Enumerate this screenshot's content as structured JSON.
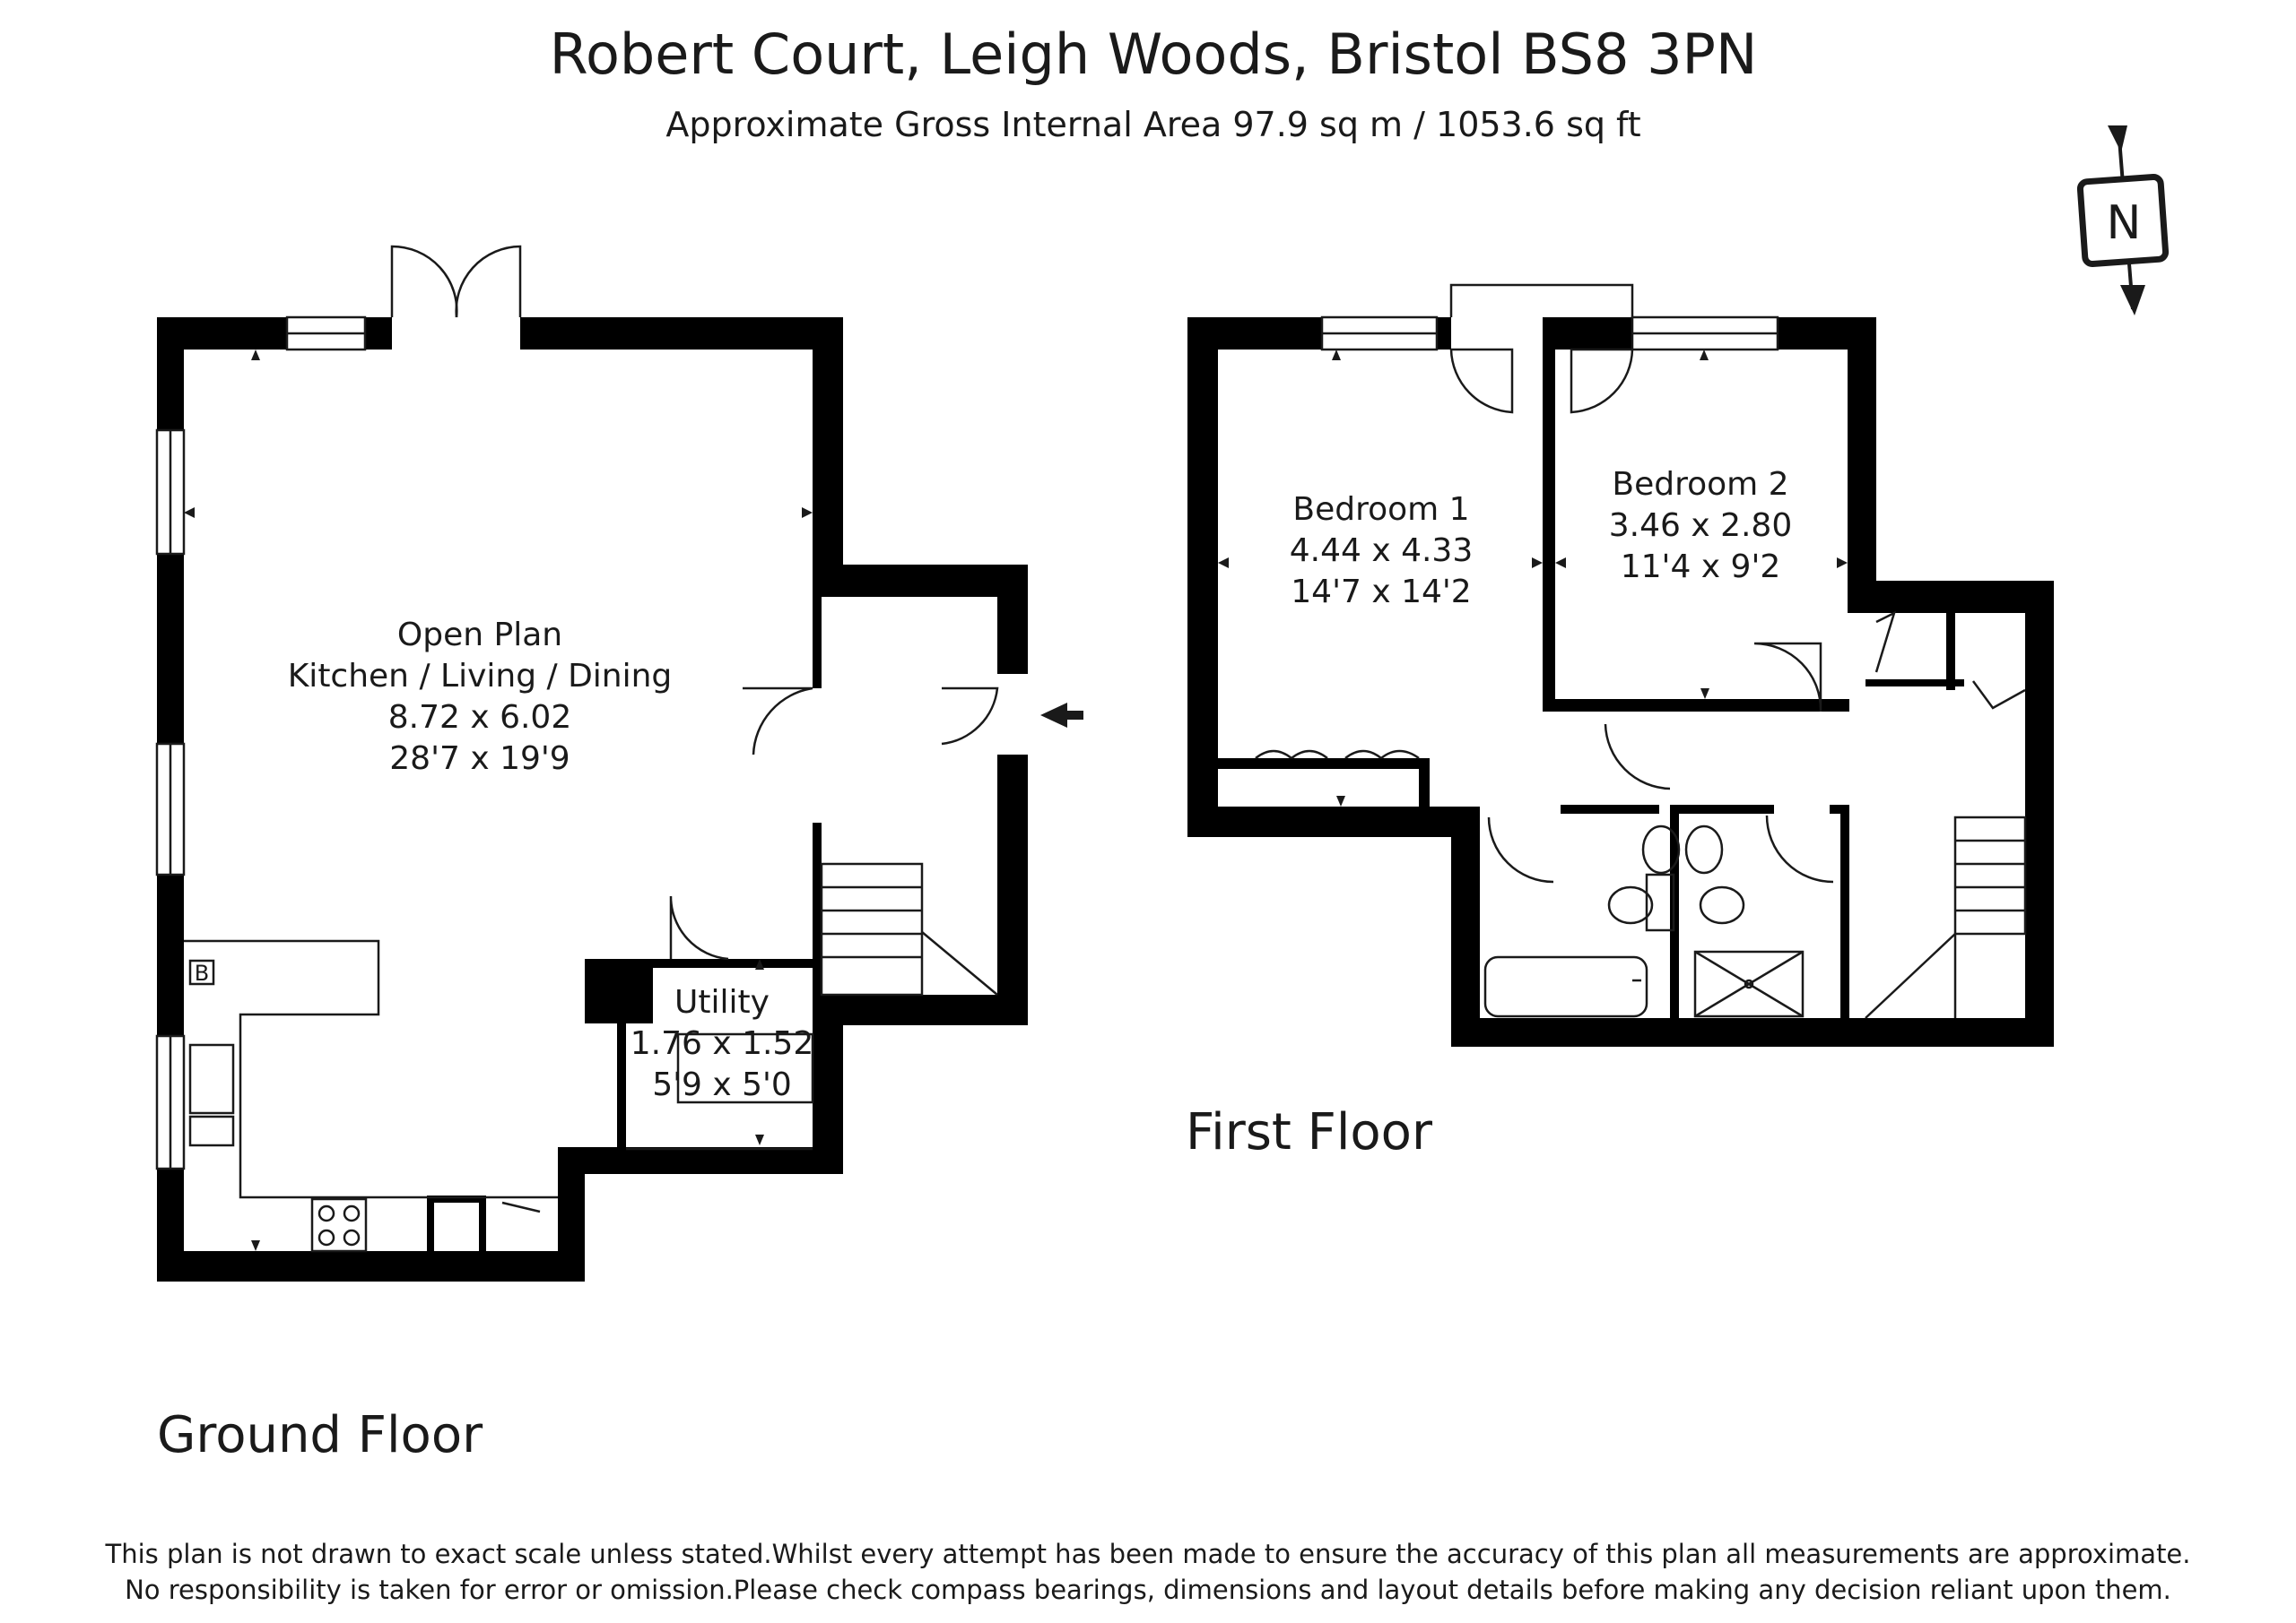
{
  "header": {
    "title": "Robert Court, Leigh Woods, Bristol BS8 3PN",
    "subtitle": "Approximate Gross Internal Area 97.9 sq m / 1053.6 sq ft"
  },
  "compass": {
    "letter": "N"
  },
  "ground_floor": {
    "label": "Ground Floor",
    "open_plan": {
      "name_line1": "Open Plan",
      "name_line2": "Kitchen / Living / Dining",
      "metric": "8.72 x 6.02",
      "imperial": "28'7 x 19'9"
    },
    "utility": {
      "name": "Utility",
      "metric": "1.76 x 1.52",
      "imperial": "5'9 x 5'0"
    },
    "boiler_label": "B"
  },
  "first_floor": {
    "label": "First Floor",
    "bedroom1": {
      "name": "Bedroom 1",
      "metric": "4.44 x 4.33",
      "imperial": "14'7 x 14'2"
    },
    "bedroom2": {
      "name": "Bedroom 2",
      "metric": "3.46 x 2.80",
      "imperial": "11'4 x 9'2"
    }
  },
  "disclaimer": {
    "line1": "This plan is not drawn to exact scale unless stated.Whilst every attempt has been made to ensure the accuracy of this plan all measurements are approximate.",
    "line2": "No responsibility is taken for error or omission.Please check compass bearings, dimensions and layout details before making any decision reliant upon them."
  },
  "colors": {
    "wall": "#000000",
    "line": "#1a1a1a",
    "background": "#ffffff"
  }
}
